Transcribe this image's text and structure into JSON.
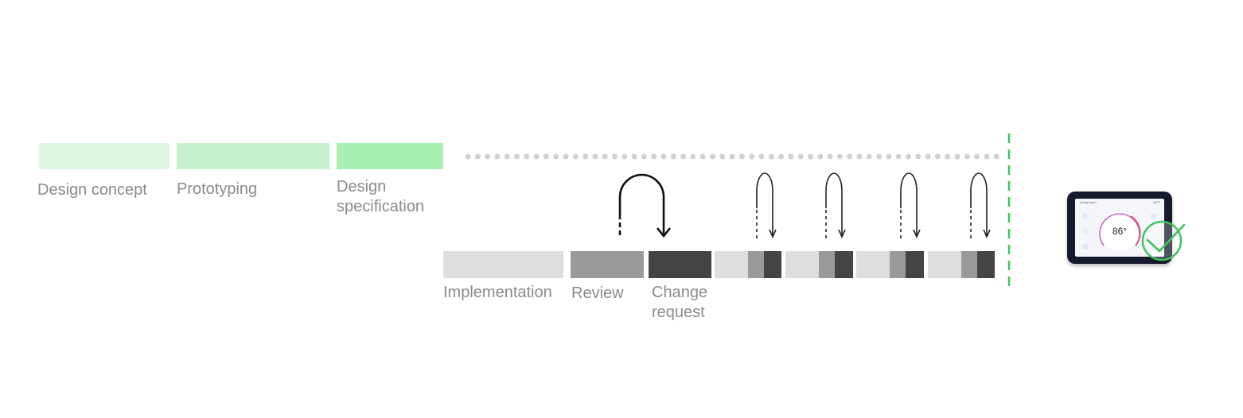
{
  "design_phases": [
    {
      "label": "Design concept",
      "color": "#dcf7e0"
    },
    {
      "label": "Prototyping",
      "color": "#c6f1cc"
    },
    {
      "label": "Design specification",
      "color": "#a8efb4"
    }
  ],
  "dev_phases": [
    {
      "label": "Implementation",
      "color": "#dedede"
    },
    {
      "label": "Review",
      "color": "#9a9a9a"
    },
    {
      "label": "Change request",
      "color": "#444444"
    }
  ],
  "iteration_cycles": 4,
  "milestone_color": "#3dc45a",
  "device": {
    "room": "Living room",
    "outdoor_temp": "82°F",
    "temperature": "86°",
    "approved_icon": "checkmark-circle-icon"
  }
}
